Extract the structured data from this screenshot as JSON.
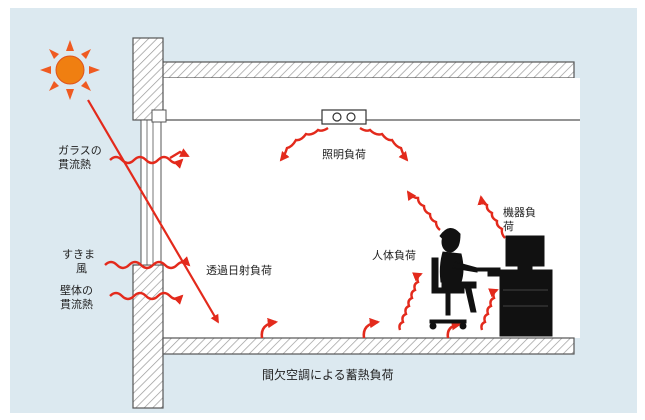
{
  "colors": {
    "panel_background": "#dce9f0",
    "interior": "#ffffff",
    "hatch": "#999999",
    "outline": "#555555",
    "arrow": "#e32a1c",
    "sun_body": "#f07f11",
    "sun_rays": "#ef5a21"
  },
  "icons": {
    "sun": "sun-icon",
    "light_fixture": "ceiling-light-icon",
    "person": "person-at-desk-icon",
    "equipment": "computer-equipment-icon"
  },
  "labels": {
    "glass_conduction_line1": "ガラスの",
    "glass_conduction_line2": "貫流熱",
    "lighting_load": "照明負荷",
    "equipment_load_line1": "機器負",
    "equipment_load_line2": "荷",
    "draft_line1": "すきま",
    "draft_line2": "風",
    "wall_conduction_line1": "壁体の",
    "wall_conduction_line2": "貫流熱",
    "solar_transmission_load": "透過日射負荷",
    "human_load": "人体負荷",
    "intermittent_ac_storage_load": "間欠空調による蓄熱負荷"
  }
}
